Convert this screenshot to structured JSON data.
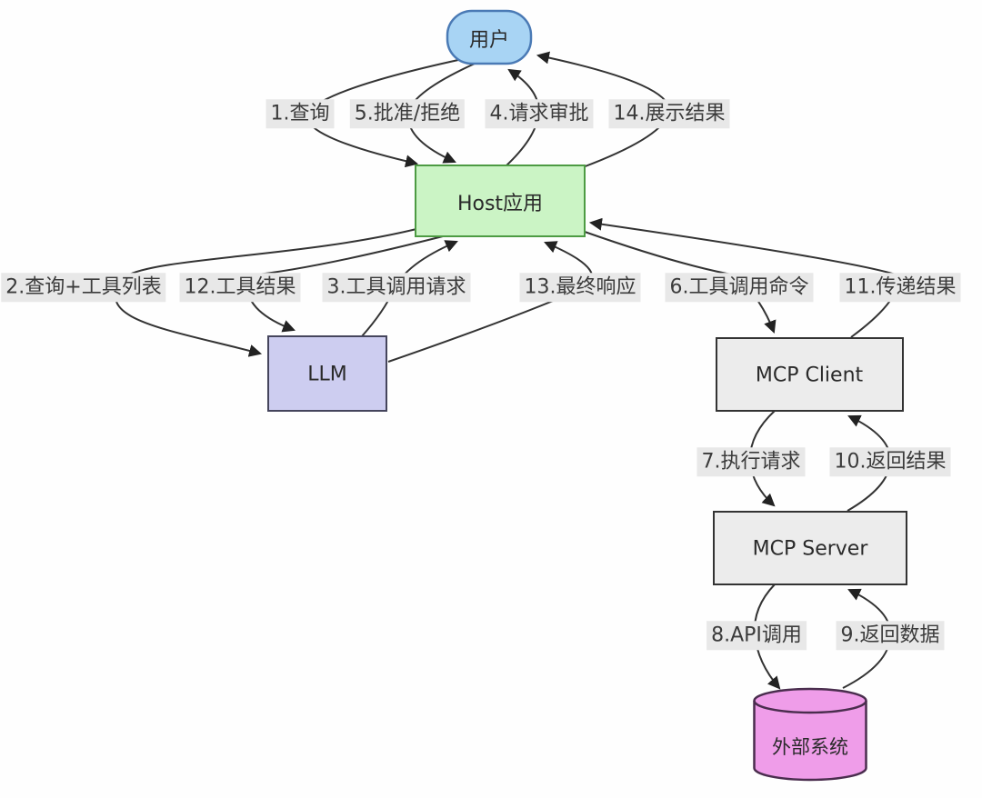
{
  "diagram": {
    "type": "flowchart",
    "background_color": "#fefefe",
    "edge_color": "#333333",
    "edge_label_background": "#e8e8e8",
    "nodes": [
      {
        "id": "user",
        "label": "用户",
        "shape": "stadium",
        "fill": "#a8d4f4",
        "stroke": "#4a7ab5"
      },
      {
        "id": "host",
        "label": "Host应用",
        "shape": "rect",
        "fill": "#cbf4c5",
        "stroke": "#4d9b43"
      },
      {
        "id": "llm",
        "label": "LLM",
        "shape": "rect",
        "fill": "#cdcdf0",
        "stroke": "#45455c"
      },
      {
        "id": "mcp-client",
        "label": "MCP Client",
        "shape": "rect",
        "fill": "#ececec",
        "stroke": "#333333"
      },
      {
        "id": "mcp-server",
        "label": "MCP Server",
        "shape": "rect",
        "fill": "#ececec",
        "stroke": "#333333"
      },
      {
        "id": "external",
        "label": "外部系统",
        "shape": "cylinder",
        "fill": "#ef9de9",
        "stroke": "#4a2d4e"
      }
    ],
    "edges": [
      {
        "label": "1.查询",
        "from": "用户",
        "to": "Host应用"
      },
      {
        "label": "2.查询+工具列表",
        "from": "Host应用",
        "to": "LLM"
      },
      {
        "label": "3.工具调用请求",
        "from": "LLM",
        "to": "Host应用"
      },
      {
        "label": "4.请求审批",
        "from": "Host应用",
        "to": "用户"
      },
      {
        "label": "5.批准/拒绝",
        "from": "用户",
        "to": "Host应用"
      },
      {
        "label": "6.工具调用命令",
        "from": "Host应用",
        "to": "MCP Client"
      },
      {
        "label": "7.执行请求",
        "from": "MCP Client",
        "to": "MCP Server"
      },
      {
        "label": "8.API调用",
        "from": "MCP Server",
        "to": "外部系统"
      },
      {
        "label": "9.返回数据",
        "from": "外部系统",
        "to": "MCP Server"
      },
      {
        "label": "10.返回结果",
        "from": "MCP Server",
        "to": "MCP Client"
      },
      {
        "label": "11.传递结果",
        "from": "MCP Client",
        "to": "Host应用"
      },
      {
        "label": "12.工具结果",
        "from": "Host应用",
        "to": "LLM"
      },
      {
        "label": "13.最终响应",
        "from": "LLM",
        "to": "Host应用"
      },
      {
        "label": "14.展示结果",
        "from": "Host应用",
        "to": "用户"
      }
    ]
  }
}
